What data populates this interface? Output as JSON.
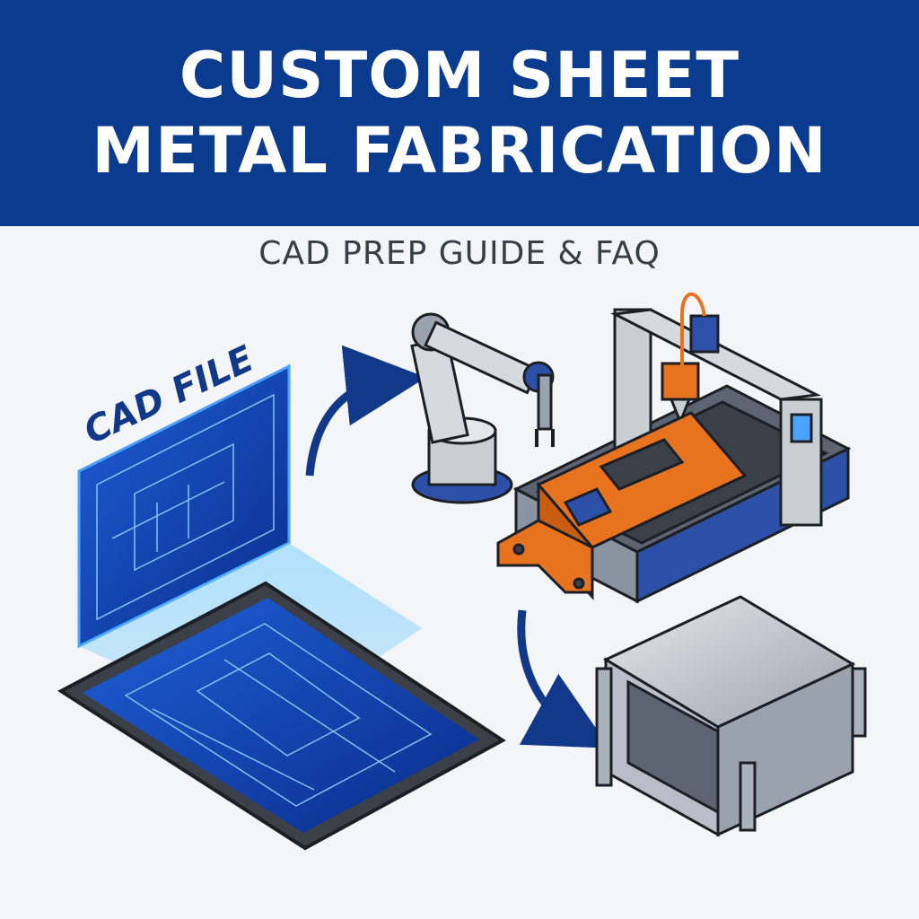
{
  "header": {
    "title_line1": "CUSTOM SHEET",
    "title_line2": "METAL FABRICATION",
    "subtitle": "CAD PREP GUIDE & FAQ",
    "banner_color": "#0b3b8f"
  },
  "cad_panel": {
    "label": "CAD FILE",
    "color": "#1e5fd6"
  },
  "illustrations": {
    "steps": [
      "cad-tablet",
      "laser-cutter-with-robot-arm",
      "bent-metal-part"
    ],
    "part_color": "#e8731f"
  }
}
